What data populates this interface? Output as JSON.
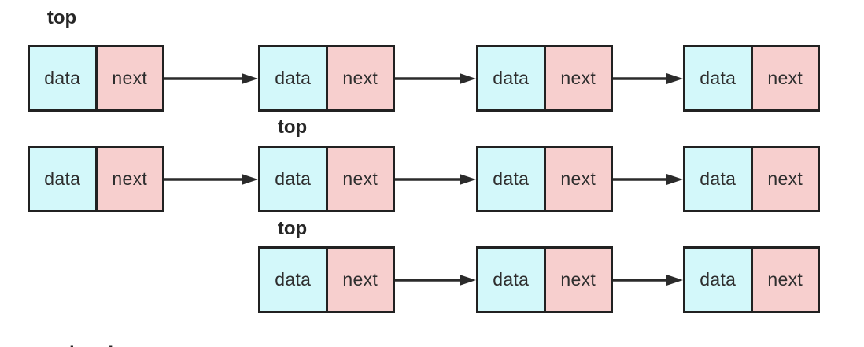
{
  "diagram": {
    "description": "singly-linked-list stack pop sequence",
    "node_cells": {
      "data_label": "data",
      "next_label": "next"
    },
    "rows": [
      {
        "pointer_label": "top",
        "pointer_over_column": 0,
        "node_columns": [
          0,
          1,
          2,
          3
        ]
      },
      {
        "pointer_label": "top",
        "pointer_over_column": 1,
        "node_columns": [
          0,
          1,
          2,
          3
        ]
      },
      {
        "pointer_label": "top",
        "pointer_over_column": 1,
        "node_columns": [
          1,
          2,
          3
        ]
      }
    ],
    "clipped_bottom_label": "head",
    "colors": {
      "data_cell_fill": "#D3F8FA",
      "next_cell_fill": "#F7CFCE",
      "node_border": "#212121",
      "arrow": "#2B2B2B",
      "cell_text": "#2E2E2E",
      "label_text": "#262626",
      "background": "#FFFFFF"
    }
  }
}
